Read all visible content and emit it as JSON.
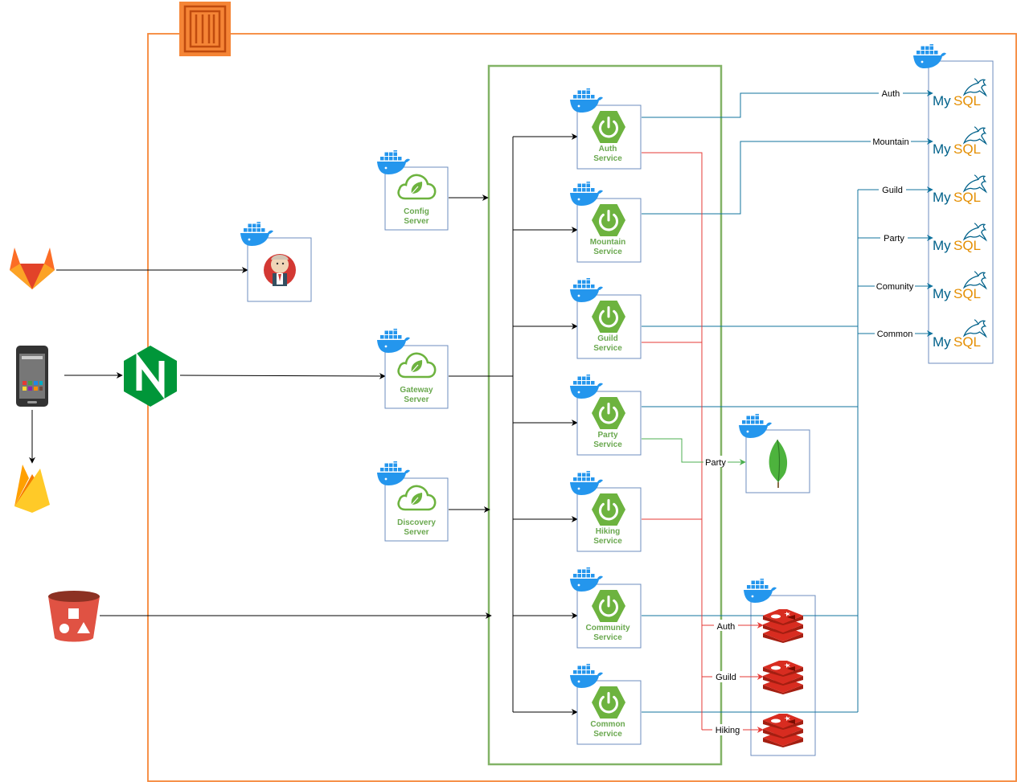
{
  "colors": {
    "aws_orange": "#f58536",
    "cluster_green": "#82b366",
    "spring_green": "#6db33f",
    "box_blue": "#6c8ebf",
    "docker_blue": "#2496ed",
    "db_line_blue": "#10739e",
    "cache_line_red": "#e53935",
    "mongo_line_green": "#4caf50",
    "mysql_blue": "#00618a",
    "mysql_orange": "#e48e00",
    "redis_red": "#c62828",
    "nginx_green": "#009639",
    "gitlab_orange": "#fc6d26",
    "firebase_yellow": "#ffca28",
    "s3_red": "#e05243"
  },
  "icons": {
    "gitlab": "gitlab-icon",
    "phone": "smartphone-icon",
    "firebase": "firebase-icon",
    "s3": "s3-bucket-icon",
    "nginx": "nginx-icon",
    "ec2": "ec2-instance-icon",
    "jenkins": "jenkins-icon",
    "docker": "docker-icon",
    "spring_cloud": "spring-cloud-icon",
    "spring_boot": "spring-boot-icon",
    "mysql": "mysql-icon",
    "mongodb": "mongodb-icon",
    "redis": "redis-icon"
  },
  "cloud_servers": [
    {
      "line1": "Config",
      "line2": "Server"
    },
    {
      "line1": "Gateway",
      "line2": "Server"
    },
    {
      "line1": "Discovery",
      "line2": "Server"
    }
  ],
  "services": [
    {
      "line1": "Auth",
      "line2": "Service"
    },
    {
      "line1": "Mountain",
      "line2": "Service"
    },
    {
      "line1": "Guild",
      "line2": "Service"
    },
    {
      "line1": "Party",
      "line2": "Service"
    },
    {
      "line1": "Hiking",
      "line2": "Service"
    },
    {
      "line1": "Community",
      "line2": "Service"
    },
    {
      "line1": "Common",
      "line2": "Service"
    }
  ],
  "mysql_edge_labels": [
    "Auth",
    "Mountain",
    "Guild",
    "Party",
    "Comunity",
    "Common"
  ],
  "mysql_logo": {
    "part1": "My",
    "part2": "SQL"
  },
  "mongo_edge_label": "Party",
  "redis_edge_labels": [
    "Auth",
    "Guild",
    "Hiking"
  ]
}
